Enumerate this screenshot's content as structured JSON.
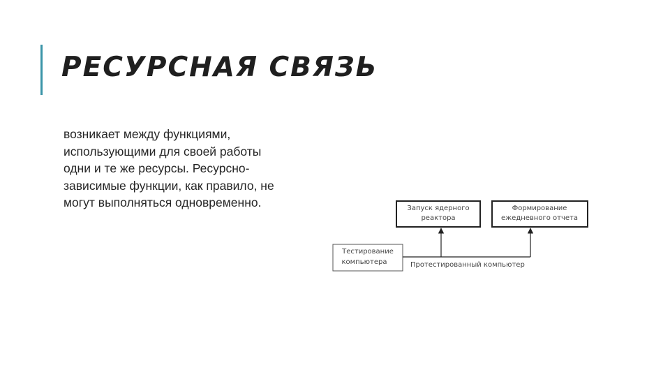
{
  "slide": {
    "title": "РЕСУРСНАЯ СВЯЗЬ",
    "body_lines": [
      " возникает между функциями,",
      "использующими для своей работы",
      "одни и те же ресурсы. Ресурсно-",
      "зависимые функции, как правило, не",
      "могут выполняться одновременно."
    ]
  },
  "diagram": {
    "boxes": [
      {
        "id": "test",
        "lines": [
          "Тестирование",
          "компьютера"
        ]
      },
      {
        "id": "launch",
        "lines": [
          "Запуск ядерного",
          "реактора"
        ]
      },
      {
        "id": "report",
        "lines": [
          "Формирование",
          "ежедневного отчета"
        ]
      }
    ],
    "arrow_label": "Протестированный компьютер"
  },
  "colors": {
    "accent": "#3a94a8",
    "title": "#1f1f1f",
    "text": "#262626"
  }
}
